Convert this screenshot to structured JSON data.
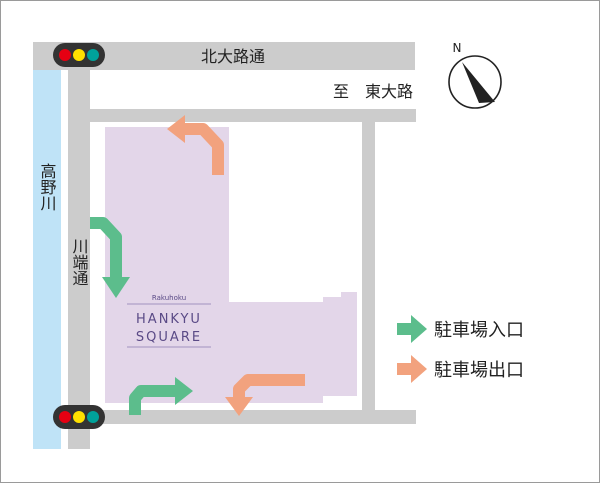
{
  "roads": {
    "kitaoji": "北大路通",
    "to_higashioji": "至　東大路",
    "kawabata": "川端通"
  },
  "river": {
    "name": "高野川"
  },
  "compass": {
    "north_label": "N"
  },
  "building": {
    "brand_small": "Rakuhoku",
    "brand_line1": "HANKYU",
    "brand_line2": "SQUARE"
  },
  "legend": {
    "entrance": "駐車場入口",
    "exit": "駐車場出口"
  },
  "colors": {
    "entrance": "#5cbd8c",
    "exit": "#f2a27e",
    "building": "#e3d6e9",
    "road": "#cccccc",
    "river": "#bfe3f7"
  }
}
